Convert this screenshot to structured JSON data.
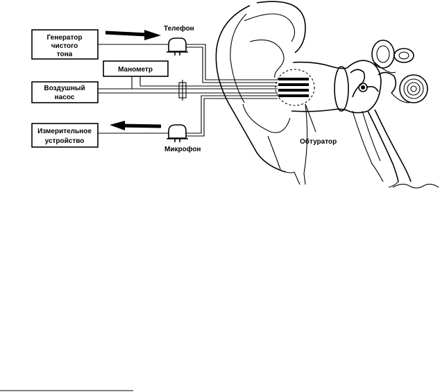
{
  "diagram": {
    "labels": {
      "generator": [
        "Генератор",
        "чистого",
        "тона"
      ],
      "manometer": "Манометр",
      "air_pump": [
        "Воздушный",
        "насос"
      ],
      "measuring_device": [
        "Измерительное",
        "устройство"
      ],
      "telephone": "Телефон",
      "microphone": "Микрофон",
      "obturator": "Обтуратор"
    }
  }
}
